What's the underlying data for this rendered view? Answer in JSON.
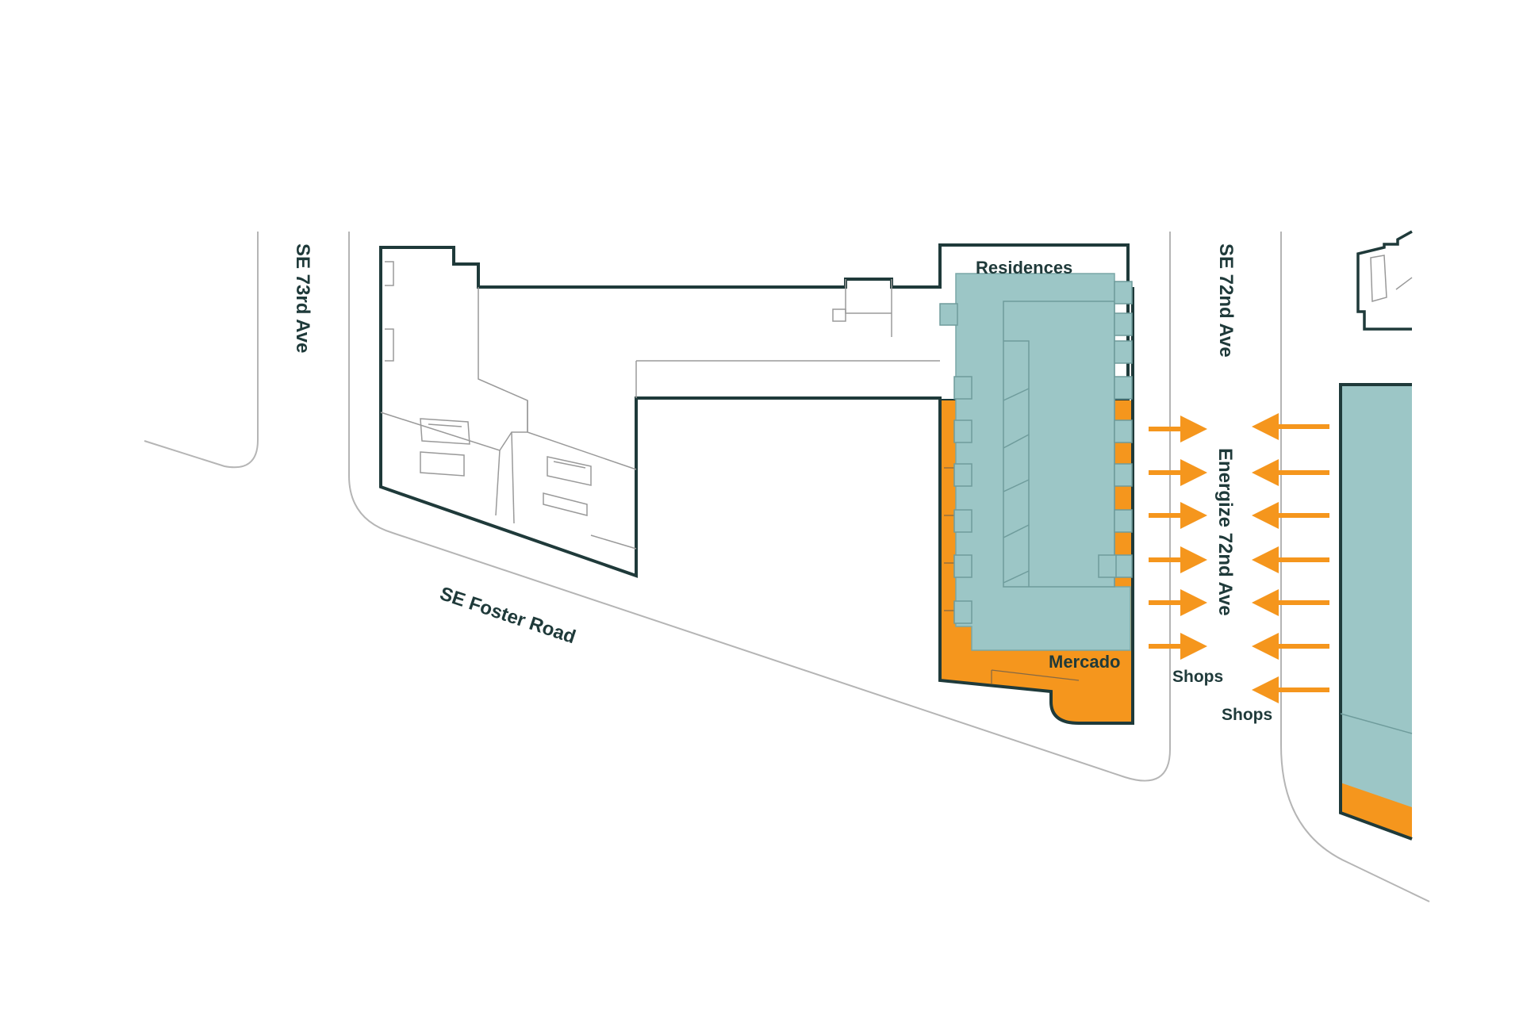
{
  "streets": {
    "se_73rd": "SE 73rd Ave",
    "se_72nd": "SE 72nd Ave",
    "foster": "SE Foster Road",
    "energize": "Energize 72nd Ave"
  },
  "zones": {
    "residences": "Residences",
    "mercado": "Mercado"
  },
  "shops": [
    "Shops",
    "Shops"
  ],
  "colors": {
    "outline": "#1f3a3a",
    "teal": "#9cc6c6",
    "orange": "#f5961d",
    "street_line": "#b5b5b5",
    "detail_line": "#999999"
  },
  "arrows": {
    "right_count": 6,
    "left_count": 7,
    "icon": "arrow-icon"
  }
}
